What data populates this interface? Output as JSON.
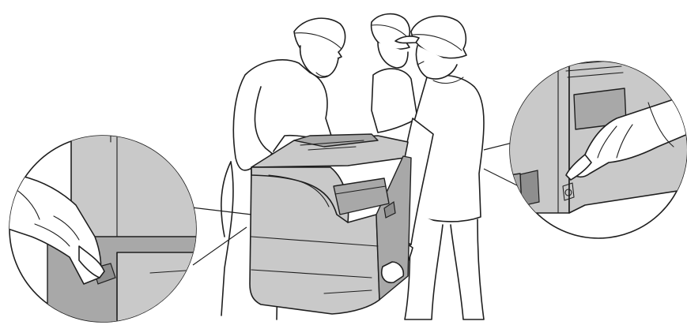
{
  "illustration": {
    "subject": "printer-lift-diagram",
    "colors": {
      "printer_body": "#c9c9c9",
      "printer_shadow": "#a8a8a8",
      "line": "#1f1f1f",
      "background": "#ffffff"
    },
    "callouts": [
      {
        "name": "left-handle-detail"
      },
      {
        "name": "right-handle-detail"
      }
    ]
  }
}
